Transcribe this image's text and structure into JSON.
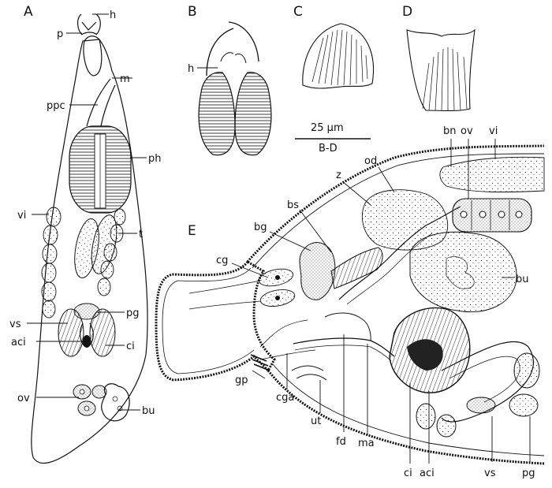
{
  "panels": {
    "a": "A",
    "b": "B",
    "c": "C",
    "d": "D",
    "e": "E"
  },
  "scale_bar": {
    "length": "25 µm",
    "applies_to": "B-D"
  },
  "labels_a": {
    "h": "h",
    "p": "p",
    "m": "m",
    "ppc": "ppc",
    "ph": "ph",
    "vi": "vi",
    "t": "t",
    "vs": "vs",
    "pg": "pg",
    "aci": "aci",
    "ci": "ci",
    "ov": "ov",
    "bu": "bu"
  },
  "labels_b": {
    "h": "h"
  },
  "labels_e": {
    "bn": "bn",
    "ov": "ov",
    "vi": "vi",
    "od": "od",
    "z": "z",
    "bs": "bs",
    "bg": "bg",
    "cg": "cg",
    "bu": "bu",
    "gp": "gp",
    "cga": "cga",
    "ut": "ut",
    "fd": "fd",
    "ma": "ma",
    "ci": "ci",
    "aci": "aci",
    "vs": "vs",
    "pg": "pg"
  }
}
